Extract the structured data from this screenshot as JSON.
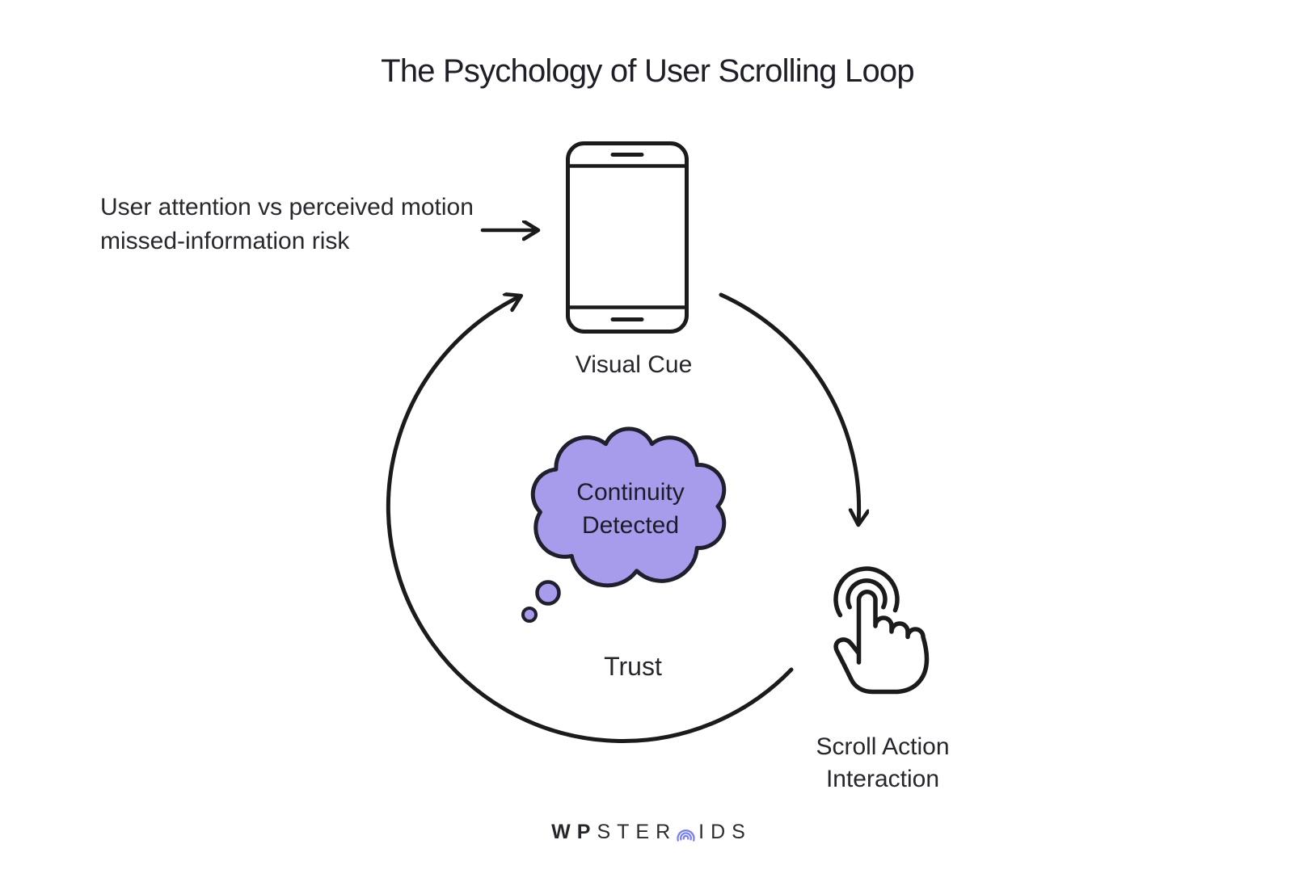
{
  "title": "The Psychology of User Scrolling Loop",
  "annotation": {
    "line1": "User attention vs perceived motion",
    "line2": "missed-information risk"
  },
  "loop": {
    "direction": "clockwise",
    "stages": [
      "Visual Cue",
      "Scroll Action Interaction",
      "Trust"
    ]
  },
  "nodes": {
    "visual_cue": {
      "label": "Visual Cue",
      "icon": "smartphone-icon"
    },
    "thought_bubble": {
      "line1": "Continuity",
      "line2": "Detected",
      "icon": "thought-cloud-icon"
    },
    "trust": {
      "label": "Trust"
    },
    "scroll_action": {
      "label_line1": "Scroll Action",
      "label_line2": "Interaction",
      "icon": "tap-gesture-icon"
    }
  },
  "footer": {
    "logo": {
      "part1": "WP",
      "part2": "STER",
      "o_icon": "signal-arcs-icon",
      "part3": "IDS"
    }
  },
  "colors": {
    "background": "#ffffff",
    "ink_stroke": "#1b1b1b",
    "text": "#232329",
    "cloud_fill": "#a79cec",
    "cloud_stroke": "#1f1f2d",
    "logo_accent": "#7b80ef"
  }
}
